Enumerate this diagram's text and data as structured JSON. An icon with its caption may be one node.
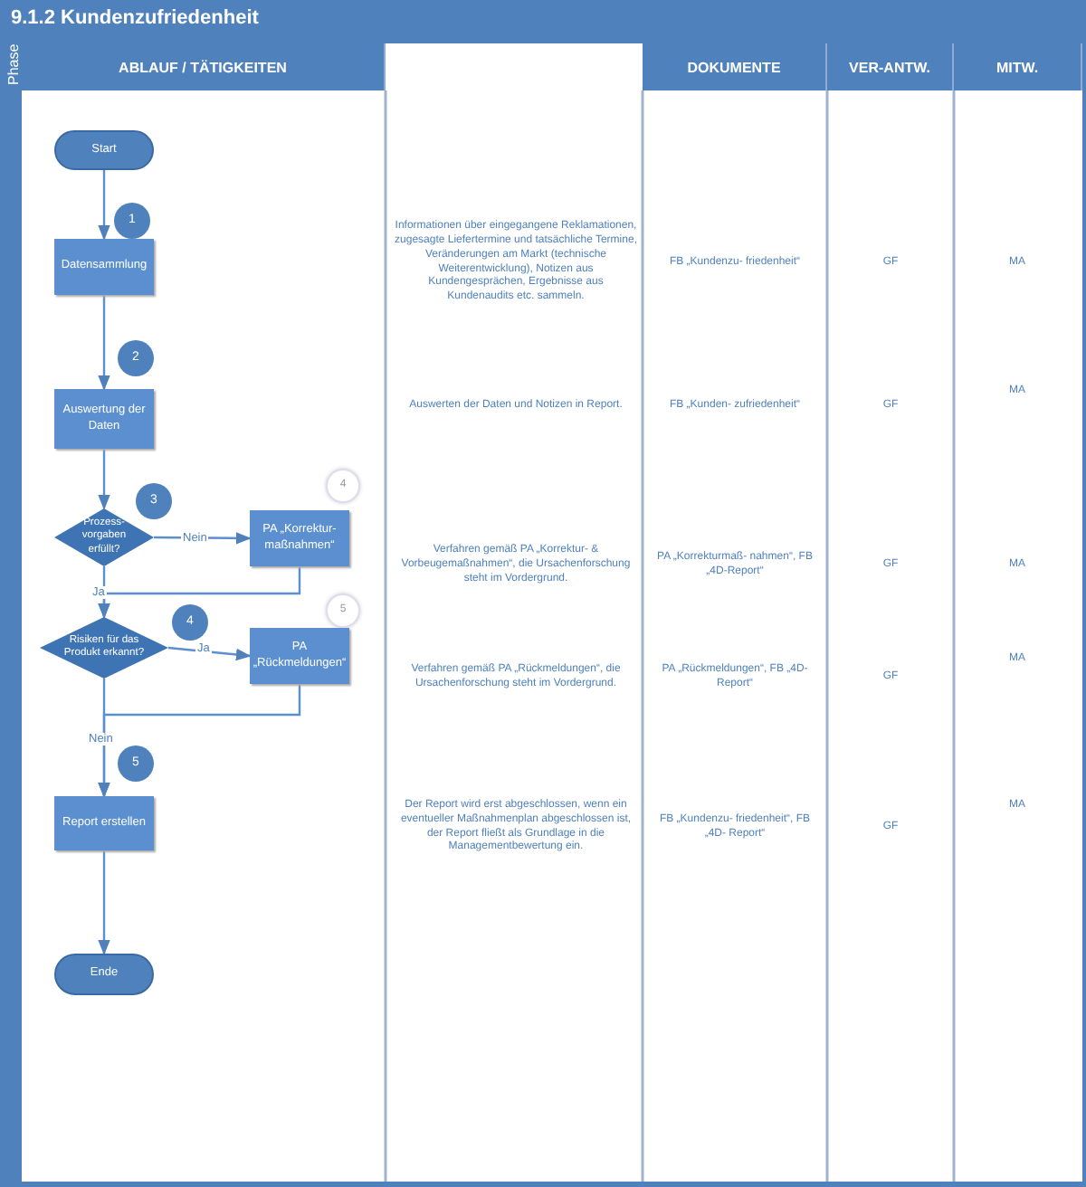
{
  "diagram": {
    "title": "9.1.2 Kundenzufriedenheit",
    "nodes": [
      {
        "text": [
          "Start"
        ]
      },
      {
        "text": [
          "1"
        ]
      },
      {
        "text": [
          "Datensammlung"
        ]
      },
      {
        "text": [
          "2"
        ]
      },
      {
        "text": [
          "Auswertung der Daten"
        ]
      },
      {
        "text": [
          "3"
        ]
      },
      {
        "text": [
          "Prozess- vorgaben erfüllt?"
        ]
      },
      {
        "text": [
          "4"
        ]
      },
      {
        "text": [
          "PA „Korrektur- maßnahmen“"
        ]
      },
      {
        "text": [
          "4"
        ]
      },
      {
        "text": [
          "Risiken für das Produkt erkannt?"
        ]
      },
      {
        "text": [
          "5"
        ]
      },
      {
        "text": [
          "PA „Rückmeldungen“"
        ]
      },
      {
        "text": [
          "5"
        ]
      },
      {
        "text": [
          "Report erstellen"
        ]
      },
      {
        "text": [
          "Ende"
        ]
      }
    ],
    "edges": [
      {
        "from": 0,
        "to": 2,
        "arrow": "to"
      },
      {
        "from": 2,
        "to": 4,
        "arrow": "to"
      },
      {
        "from": 4,
        "to": 6,
        "arrow": "to"
      },
      {
        "from": 6,
        "to": 8,
        "arrow": "to",
        "label": "Nein"
      },
      {
        "from": 6,
        "to": 10,
        "arrow": "to",
        "label": "Ja"
      },
      {
        "from": 8,
        "to": 10,
        "arrow": "to"
      },
      {
        "from": 10,
        "to": 12,
        "arrow": "to",
        "label": "Ja"
      },
      {
        "from": 10,
        "to": 14,
        "arrow": "to",
        "label": "Nein"
      },
      {
        "from": 12,
        "to": 14,
        "arrow": "to"
      },
      {
        "from": 14,
        "to": 15,
        "arrow": "to"
      }
    ],
    "labels": [
      "ABLAUF / TÄTIGKEITEN",
      "DOKUMENTE",
      "VER-ANTW.",
      "MITW.",
      "Informationen über eingegangene Reklamationen, zugesagte Liefertermine und tatsächliche Termine, Veränderungen am Markt (technische Weiterentwicklung), Notizen aus Kundengesprächen, Ergebnisse aus Kundenaudits etc. sammeln.",
      "FB „Kundenzu- friedenheit“",
      "GF",
      "MA",
      "Auswerten der Daten und Notizen in Report.",
      "FB „Kunden- zufriedenheit“",
      "GF",
      "MA",
      "Verfahren gemäß PA „Korrektur- & Vorbeugemaßnahmen“, die Ursachenforschung steht im Vordergrund.",
      "PA „Korrekturmaß- nahmen“, FB „4D-Report“",
      "GF",
      "MA",
      "Verfahren gemäß PA „Rückmeldungen“, die Ursachenforschung steht im Vordergrund.",
      "PA „Rückmeldungen“, FB „4D-Report“",
      "GF",
      "MA",
      "Der Report wird erst abgeschlossen, wenn ein eventueller Maßnahmenplan abgeschlossen ist, der Report fließt als Grundlage in die Managementbewertung ein.",
      "FB „Kundenzu- friedenheit“, FB „4D- Report“",
      "GF",
      "MA",
      "Phase"
    ]
  }
}
